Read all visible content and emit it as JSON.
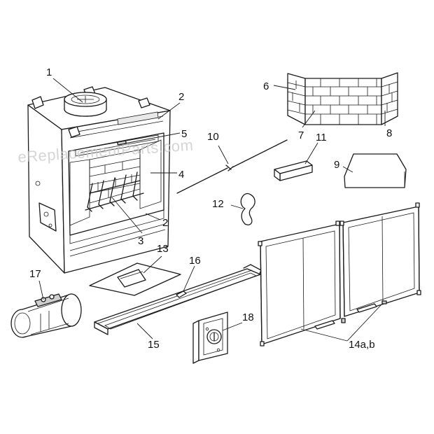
{
  "watermark": "eReplacementParts.com",
  "labels": {
    "l1": "1",
    "l2a": "2",
    "l2b": "2",
    "l3": "3",
    "l4": "4",
    "l5": "5",
    "l6": "6",
    "l7": "7",
    "l8": "8",
    "l9": "9",
    "l10": "10",
    "l11": "11",
    "l12": "12",
    "l13": "13",
    "l14": "14a,b",
    "l15": "15",
    "l16": "16",
    "l17": "17",
    "l18": "18"
  }
}
